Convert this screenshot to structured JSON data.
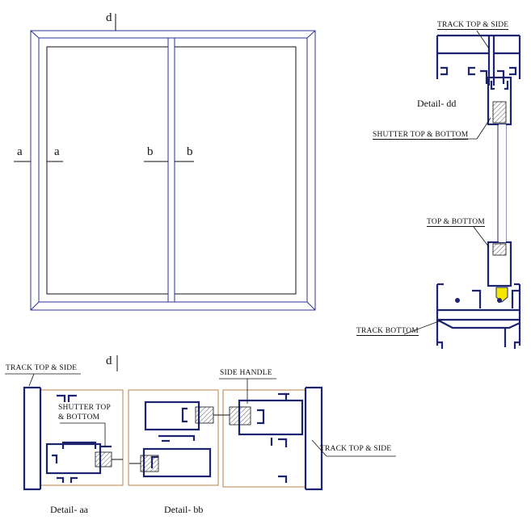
{
  "labels": {
    "d_top": "d",
    "a_left": "a",
    "a_right": "a",
    "b_left": "b",
    "b_right": "b",
    "d_bottom": "d",
    "track_top_side_dd": "TRACK TOP & SIDE",
    "detail_dd": "Detail- dd",
    "shutter_top_bottom_dd": "SHUTTER TOP & BOTTOM",
    "top_bottom": "TOP & BOTTOM",
    "track_bottom": "TRACK BOTTOM",
    "track_top_side_aa": "TRACK TOP & SIDE",
    "shutter_top_line1": "SHUTTER TOP",
    "shutter_top_line2": "& BOTTOM",
    "side_handle": "SIDE HANDLE",
    "track_top_side_bb": "TRACK TOP & SIDE",
    "detail_aa": "Detail- aa",
    "detail_bb": "Detail- bb"
  },
  "colors": {
    "profile": "#1c2370",
    "frame_line": "#2b3399",
    "leader": "#111111",
    "panel_box": "#b5824a",
    "glass_fill": "#ffffff",
    "accent_yellow": "#f5e800"
  }
}
